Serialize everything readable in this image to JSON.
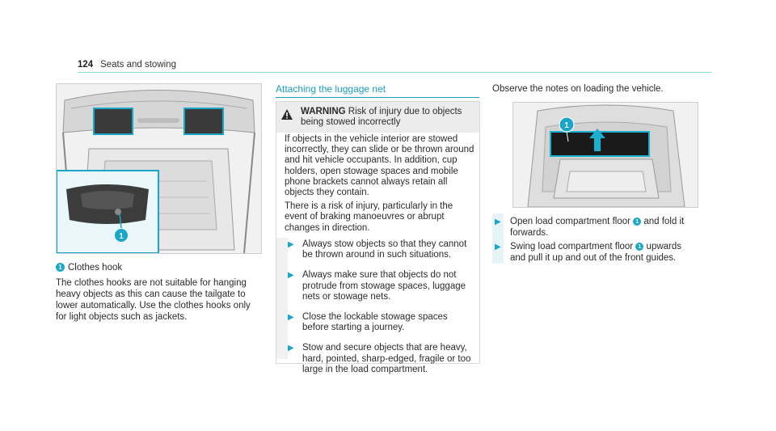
{
  "header": {
    "page_number": "124",
    "section": "Seats and stowing"
  },
  "left": {
    "callout_number": "1",
    "caption_label": "Clothes hook",
    "body": [
      "The clothes hooks are not suitable for hanging",
      "heavy objects as this can cause the tailgate to",
      "lower automatically. Use the clothes hooks only",
      "for light objects such as jackets."
    ]
  },
  "middle": {
    "heading": "Attaching the luggage net",
    "warning": {
      "label": "WARNING",
      "title_line1": "Risk of injury due to objects",
      "title_line2": "being stowed incorrectly",
      "para1": [
        "If objects in the vehicle interior are stowed",
        "incorrectly, they can slide or be thrown around",
        "and hit vehicle occupants. In addition, cup",
        "holders, open stowage spaces and mobile",
        "phone brackets cannot always retain all",
        "objects they contain."
      ],
      "para2": [
        "There is a risk of injury, particularly in the",
        "event of braking manoeuvres or abrupt",
        "changes in direction."
      ],
      "bullets": [
        [
          "Always stow objects so that they cannot",
          "be thrown around in such situations."
        ],
        [
          "Always make sure that objects do not",
          "protrude from stowage spaces, luggage",
          "nets or stowage nets."
        ],
        [
          "Close the lockable stowage spaces",
          "before starting a journey."
        ],
        [
          "Stow and secure objects that are heavy,",
          "hard, pointed, sharp-edged, fragile or too",
          "large in the load compartment."
        ]
      ]
    }
  },
  "right": {
    "intro": "Observe the notes on loading the vehicle.",
    "callout_number": "1",
    "step1_a": "Open load compartment floor",
    "step1_b": "and fold it",
    "step1_c": "forwards.",
    "step2_a": "Swing load compartment floor",
    "step2_b": "upwards",
    "step2_c": "and pull it up and out of the front guides."
  },
  "colors": {
    "accent": "#1aa6c9",
    "heading": "#1a9cc2",
    "highlight_floor": "#1ab0d0"
  }
}
